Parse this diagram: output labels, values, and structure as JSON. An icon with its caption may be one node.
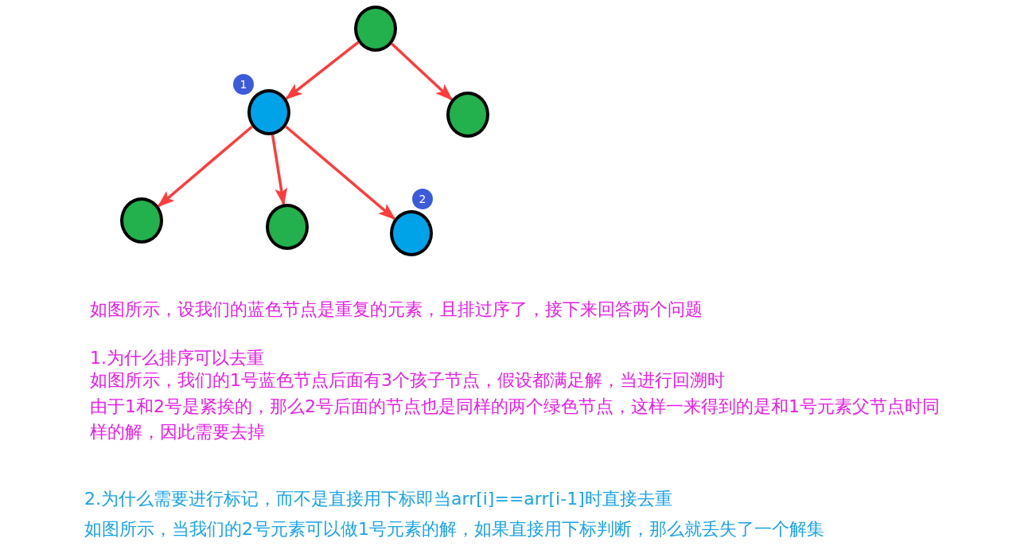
{
  "diagram": {
    "nodes": [
      {
        "text": [],
        "shape": "circle"
      },
      {
        "text": [
          "1"
        ]
      },
      {
        "text": [],
        "shape": "circle"
      },
      {
        "text": [],
        "shape": "circle"
      },
      {
        "text": [
          "2"
        ]
      },
      {
        "text": [],
        "shape": "circle"
      },
      {
        "text": [],
        "shape": "circle"
      },
      {
        "text": [],
        "shape": "circle"
      }
    ],
    "edges": [
      {
        "from": 0,
        "to": 2,
        "arrow": "to"
      },
      {
        "from": 0,
        "to": 3,
        "arrow": "to"
      },
      {
        "from": 2,
        "to": 5,
        "arrow": "to"
      },
      {
        "from": 2,
        "to": 6,
        "arrow": "to"
      },
      {
        "from": 2,
        "to": 7,
        "arrow": "to"
      }
    ],
    "labels": [
      "如图所示，设我们的蓝色节点是重复的元素，且排过序了，接下来回答两个问题",
      "1.为什么排序可以去重",
      "如图所示，我们的1号蓝色节点后面有3个孩子节点，假设都满足解，当进行回溯时",
      "由于1和2号是紧挨的，那么2号后面的节点也是同样的两个绿色节点，这样一来得到的是和1号元素父节点时同样的解，因此需要去掉",
      "2.为什么需要进行标记，而不是直接用下标即当arr[i]==arr[i-1]时直接去重",
      "如图所示，当我们的2号元素可以做1号元素的解，如果直接用下标判断，那么就丢失了一个解集"
    ]
  }
}
